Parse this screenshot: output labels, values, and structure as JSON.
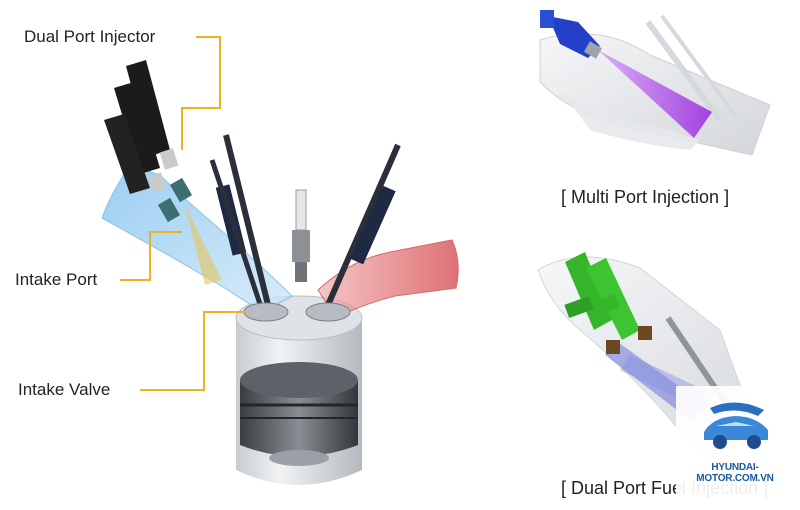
{
  "labels": {
    "dual_port_injector": "Dual Port Injector",
    "intake_port": "Intake Port",
    "intake_valve": "Intake Valve"
  },
  "captions": {
    "multi_port": "[ Multi Port Injection ]",
    "dual_port": "[ Dual Port Fuel Injection ]"
  },
  "watermark": {
    "text": "HYUNDAI-MOTOR.COM.VN"
  },
  "colors": {
    "leader_line": "#f2b01e",
    "intake_port": "#8ec8ef",
    "exhaust_port": "#d9474a",
    "injector_body": "#1b1b1b",
    "mpi_injector": "#2440c8",
    "mpi_spray": "#b04ae8",
    "dpi_injector": "#35b52a"
  }
}
